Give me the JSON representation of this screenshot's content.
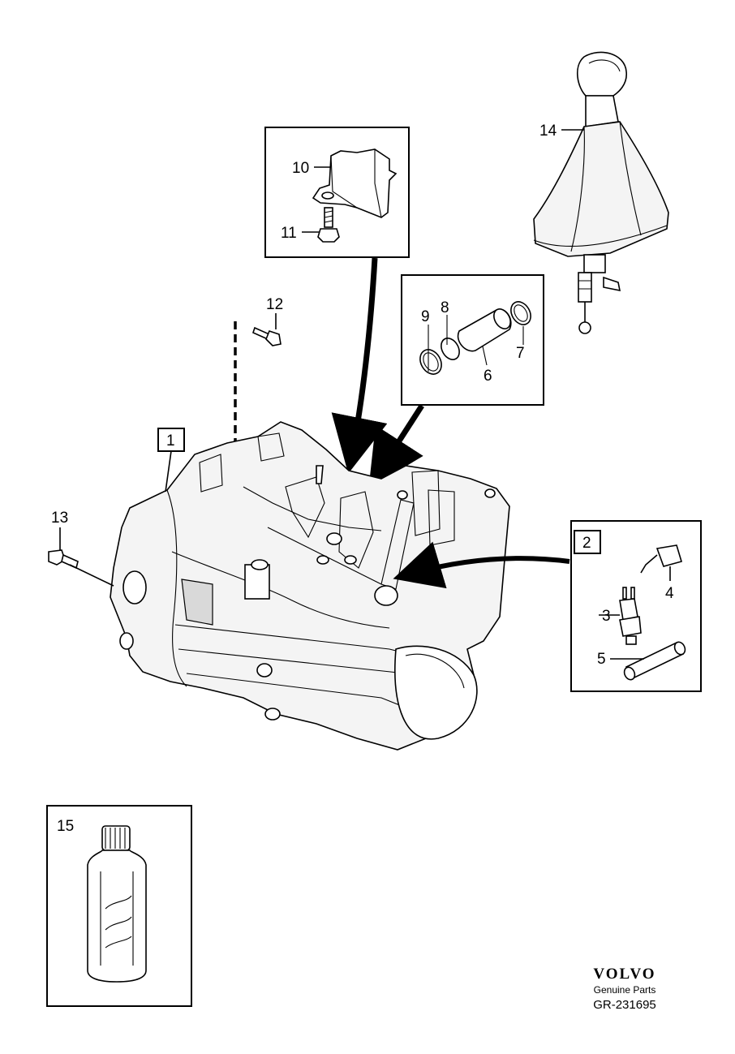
{
  "callouts": {
    "c1": "1",
    "c2": "2",
    "c3": "3",
    "c4": "4",
    "c5": "5",
    "c6": "6",
    "c7": "7",
    "c8": "8",
    "c9": "9",
    "c10": "10",
    "c11": "11",
    "c12": "12",
    "c13": "13",
    "c14": "14",
    "c15": "15"
  },
  "footer": {
    "brand": "VOLVO",
    "tagline": "Genuine Parts",
    "reference": "GR-231695"
  }
}
